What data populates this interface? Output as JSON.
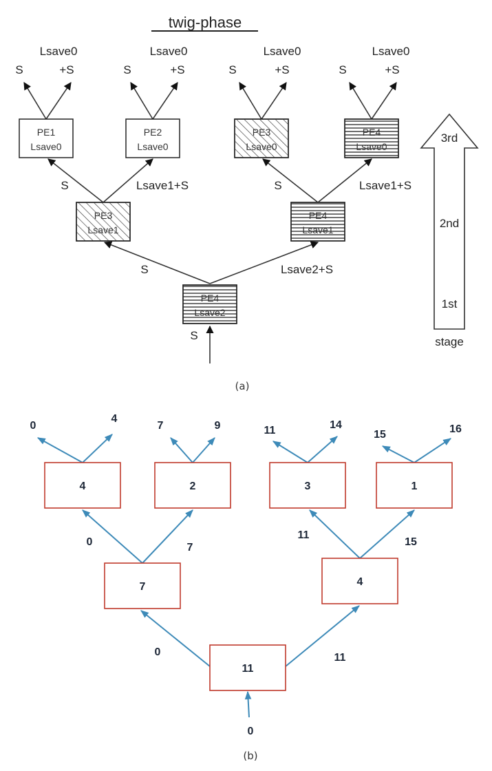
{
  "panel_a": {
    "title": "twig-phase",
    "caption": "(a)",
    "top_labels": [
      {
        "a": "Lsave0",
        "s": "S",
        "b": "+S"
      },
      {
        "a": "Lsave0",
        "s": "S",
        "b": "+S"
      },
      {
        "a": "Lsave0",
        "s": "S",
        "b": "+S"
      },
      {
        "a": "Lsave0",
        "s": "S",
        "b": "+S"
      }
    ],
    "leaf_boxes": [
      {
        "pe": "PE1",
        "mem": "Lsave0"
      },
      {
        "pe": "PE2",
        "mem": "Lsave0"
      },
      {
        "pe": "PE3",
        "mem": "Lsave0"
      },
      {
        "pe": "PE4",
        "mem": "Lsave0"
      }
    ],
    "mid_boxes": [
      {
        "pe": "PE3",
        "mem": "Lsave1"
      },
      {
        "pe": "PE4",
        "mem": "Lsave1"
      }
    ],
    "root_box": {
      "pe": "PE4",
      "mem": "Lsave2"
    },
    "edge_labels": {
      "mid_left_s": "S",
      "mid_left_plus": "Lsave1+S",
      "mid_right_s": "S",
      "mid_right_plus": "Lsave1+S",
      "root_s": "S",
      "root_plus": "Lsave2+S",
      "input": "S"
    },
    "stage_arrow": {
      "stages": [
        "3rd",
        "2nd",
        "1st"
      ],
      "label": "stage"
    }
  },
  "panel_b": {
    "caption": "(b)",
    "leaf_boxes": [
      "4",
      "2",
      "3",
      "1"
    ],
    "leaf_outputs": [
      [
        "0",
        "4"
      ],
      [
        "7",
        "9"
      ],
      [
        "11",
        "14"
      ],
      [
        "15",
        "16"
      ]
    ],
    "mid_boxes": [
      "7",
      "4"
    ],
    "mid_edge_labels": [
      [
        "0",
        "7"
      ],
      [
        "11",
        "15"
      ]
    ],
    "root_box": "11",
    "root_edge_labels": [
      "0",
      "11"
    ],
    "input": "0"
  }
}
